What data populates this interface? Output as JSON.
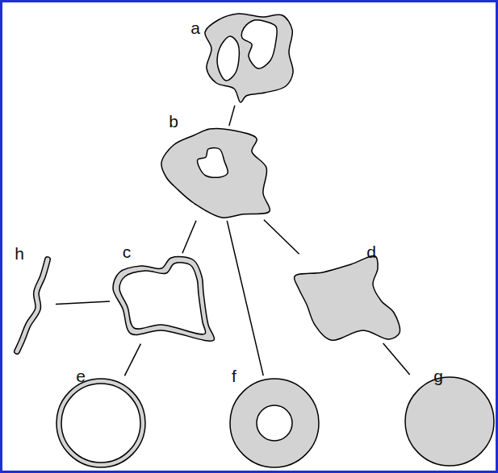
{
  "diagram": {
    "nodes": [
      {
        "text": [
          "a"
        ]
      },
      {
        "text": [
          "b"
        ]
      },
      {
        "text": [
          "h"
        ]
      },
      {
        "text": [
          "c"
        ]
      },
      {
        "text": [
          "d"
        ]
      },
      {
        "text": [
          "e"
        ]
      },
      {
        "text": [
          "f"
        ]
      },
      {
        "text": [
          "g"
        ]
      }
    ],
    "edges": [
      {
        "from": 0,
        "to": 1,
        "arrow": "none"
      },
      {
        "from": 1,
        "to": 3,
        "arrow": "none"
      },
      {
        "from": 1,
        "to": 6,
        "arrow": "none"
      },
      {
        "from": 1,
        "to": 4,
        "arrow": "none"
      },
      {
        "from": 2,
        "to": 3,
        "arrow": "none"
      },
      {
        "from": 3,
        "to": 5,
        "arrow": "none"
      },
      {
        "from": 4,
        "to": 7,
        "arrow": "none"
      }
    ]
  }
}
